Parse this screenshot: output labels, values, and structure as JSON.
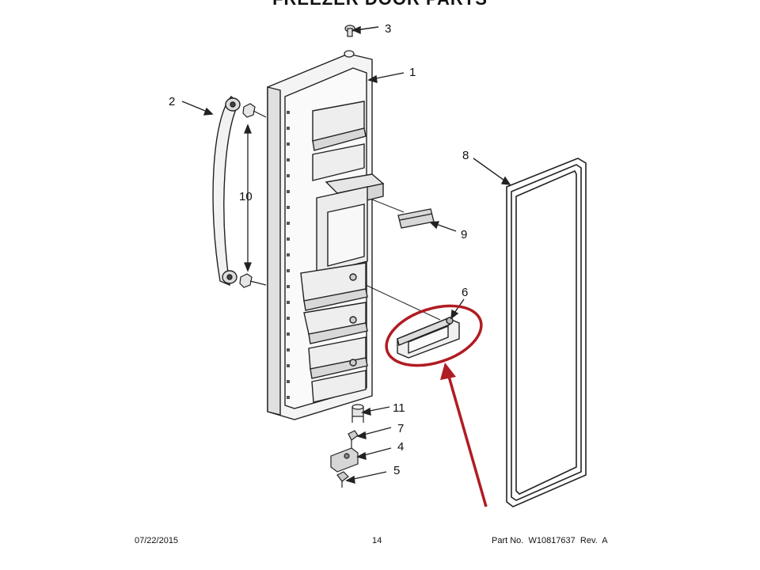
{
  "page": {
    "title": "FREEZER DOOR PARTS",
    "date": "07/22/2015",
    "page_number": "14",
    "part_info": "Part No.  W10817637  Rev.  A"
  },
  "callouts": {
    "c1": "1",
    "c2": "2",
    "c3": "3",
    "c4": "4",
    "c5": "5",
    "c6": "6",
    "c7": "7",
    "c8": "8",
    "c9": "9",
    "c10": "10",
    "c11": "11"
  },
  "colors": {
    "highlight": "#b01c22",
    "line": "#222222",
    "fill": "#f2f2f2",
    "shade": "#d9d9d9"
  }
}
